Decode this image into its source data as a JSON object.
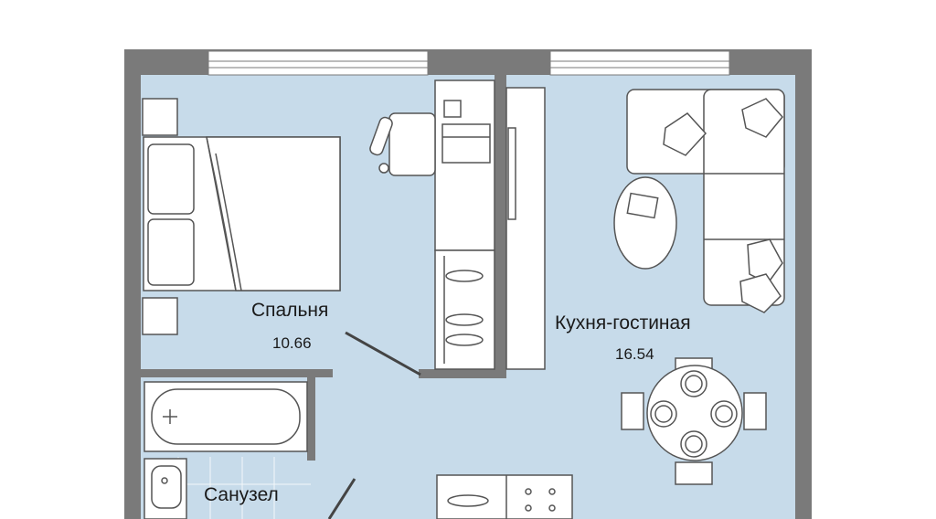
{
  "colors": {
    "floor": "#c7dbea",
    "wall": "#7a7a7a",
    "furniture_stroke": "#555555",
    "furniture_fill": "#ffffff",
    "window": "#ffffff",
    "background": "#ffffff"
  },
  "rooms": {
    "bedroom": {
      "name": "Спальня",
      "area": "10.66"
    },
    "kitchen_living": {
      "name": "Кухня-гостиная",
      "area": "16.54"
    },
    "bathroom": {
      "name": "Санузел",
      "area": ""
    }
  }
}
